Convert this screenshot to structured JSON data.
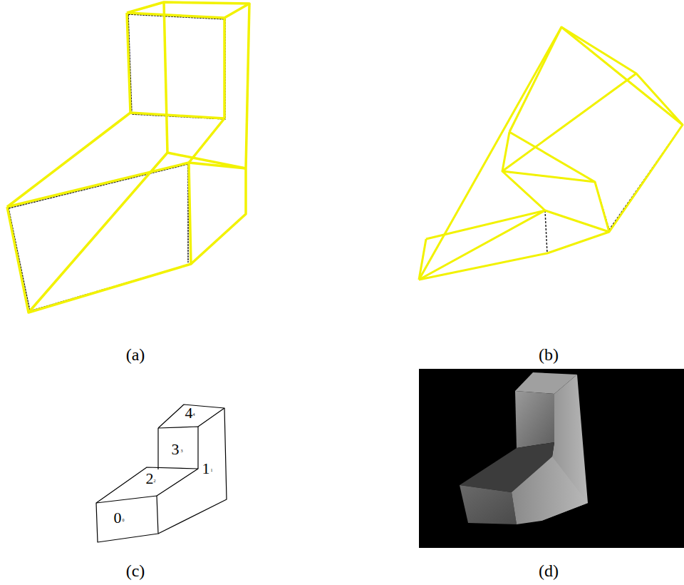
{
  "diagram": {
    "labels": [
      "(a)",
      "(b)",
      "(c)",
      "(d)",
      "4",
      "3",
      "2",
      "1",
      "0",
      "4",
      "3",
      "2",
      "1",
      "0"
    ]
  }
}
